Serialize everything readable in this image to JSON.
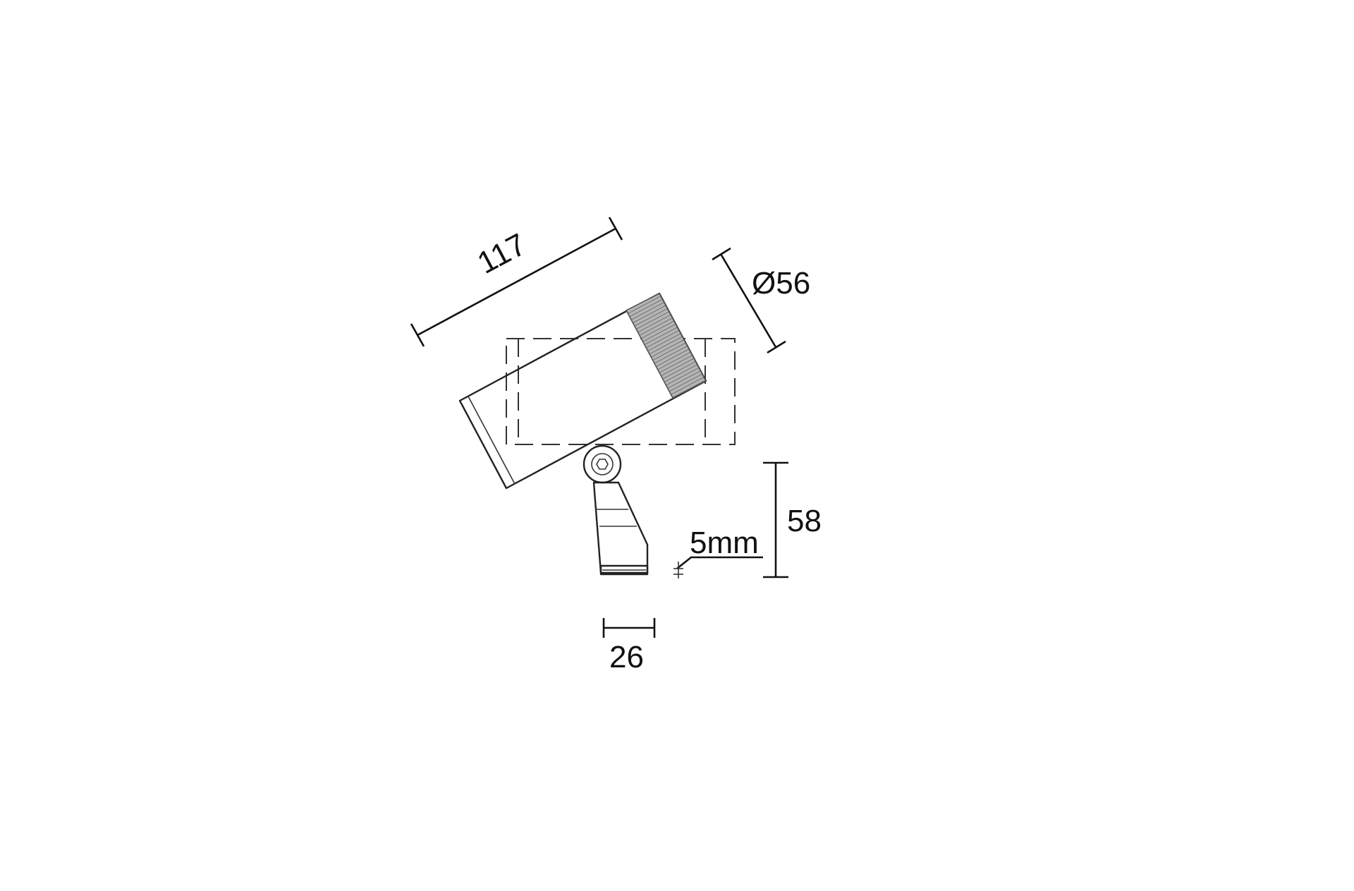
{
  "dimensions": {
    "length": "117",
    "diameter": "Ø56",
    "height": "58",
    "offset": "5mm",
    "base_width": "26"
  },
  "colors": {
    "line": "#222222",
    "knurl": "#8a8a8a",
    "background": "#ffffff"
  }
}
